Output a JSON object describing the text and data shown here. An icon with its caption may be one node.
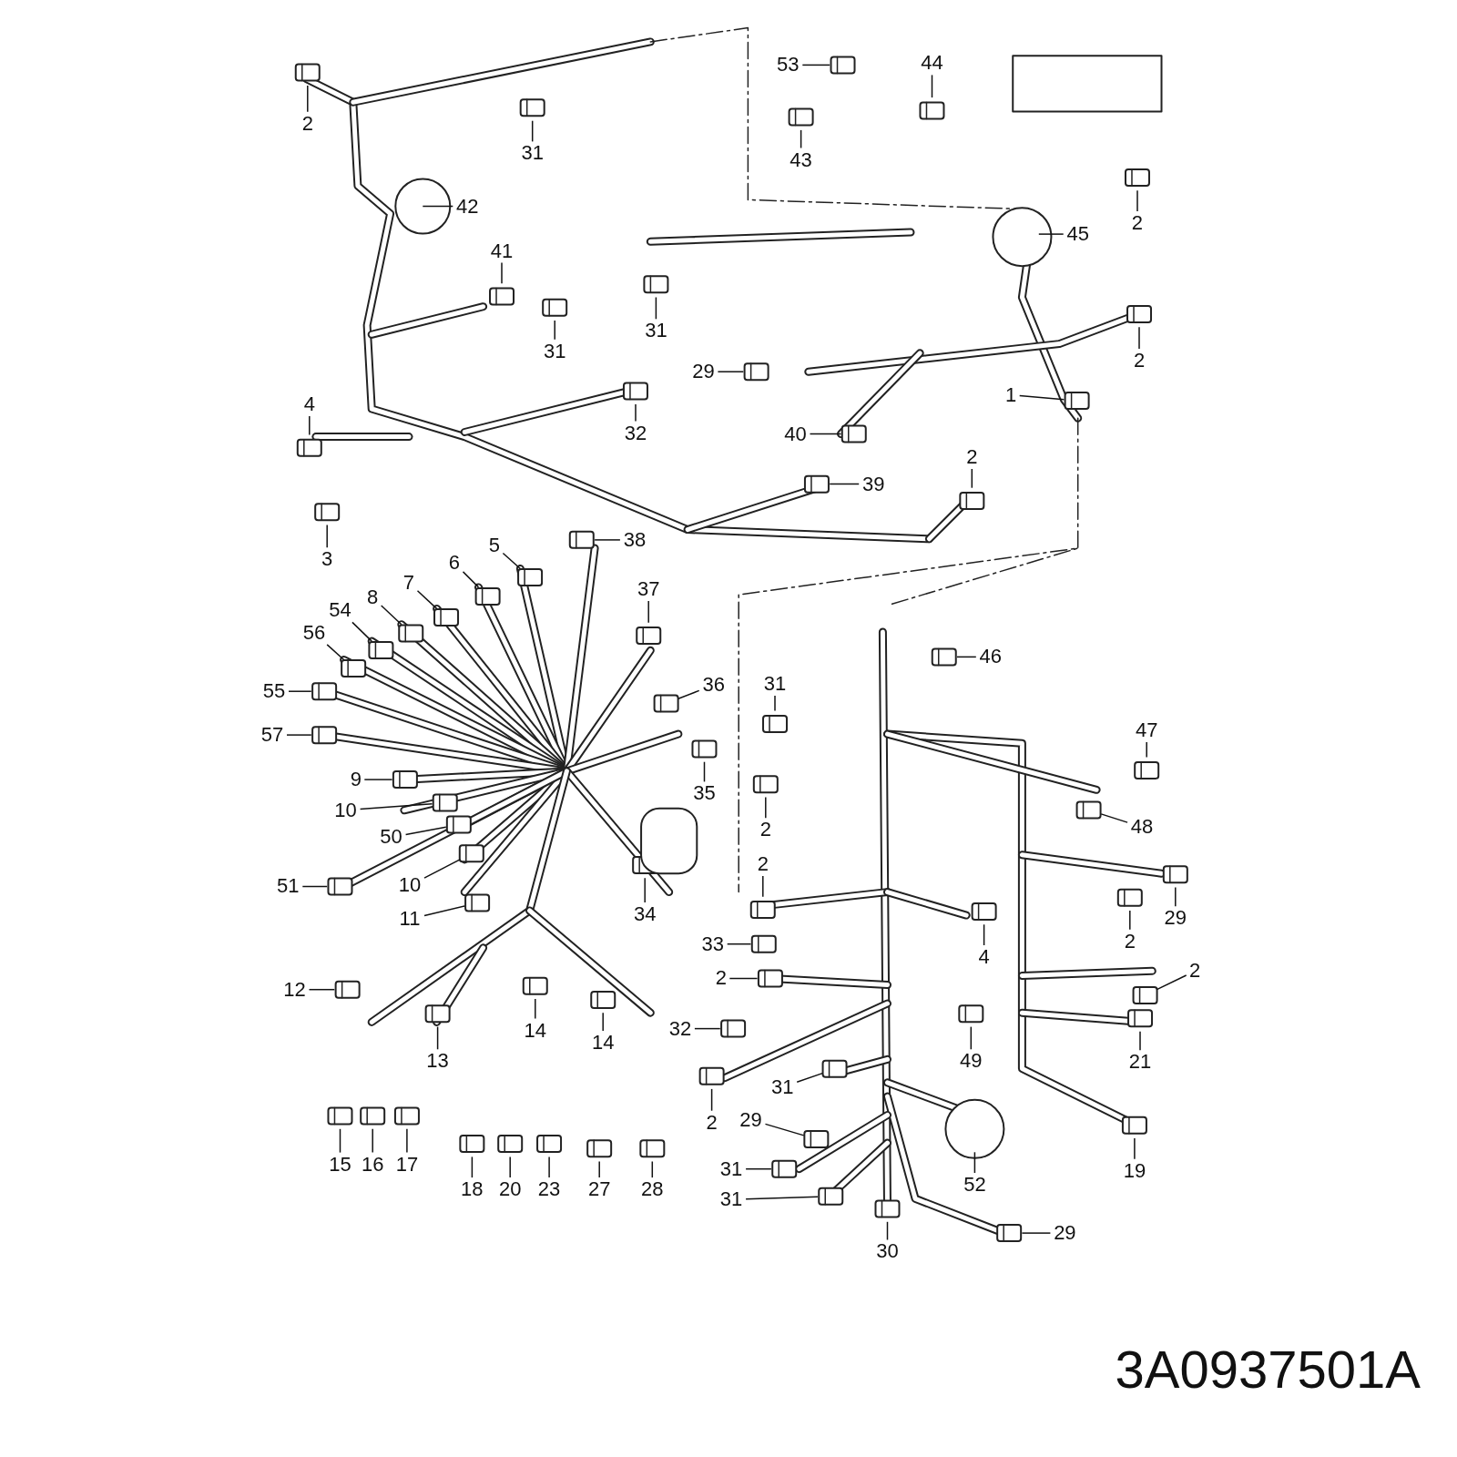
{
  "diagram": {
    "nodes": [
      {
        "text": [
          "53"
        ]
      },
      {
        "text": [
          "44"
        ]
      },
      {
        "text": [
          "2"
        ]
      },
      {
        "text": [
          "31"
        ]
      },
      {
        "text": [
          "43"
        ]
      },
      {
        "text": [
          "42"
        ]
      },
      {
        "text": [
          "45"
        ]
      },
      {
        "text": [
          "2"
        ]
      },
      {
        "text": [
          "41"
        ]
      },
      {
        "text": [
          "31"
        ]
      },
      {
        "text": [
          "31"
        ]
      },
      {
        "text": [
          "2"
        ]
      },
      {
        "text": [
          "29"
        ]
      },
      {
        "text": [
          "1"
        ]
      },
      {
        "text": [
          "4"
        ]
      },
      {
        "text": [
          "32"
        ]
      },
      {
        "text": [
          "40"
        ]
      },
      {
        "text": [
          "2"
        ]
      },
      {
        "text": [
          "39"
        ]
      },
      {
        "text": [
          "38"
        ]
      },
      {
        "text": [
          "3"
        ]
      },
      {
        "text": [
          "5"
        ]
      },
      {
        "text": [
          "6"
        ]
      },
      {
        "text": [
          "37"
        ]
      },
      {
        "text": [
          "7"
        ]
      },
      {
        "text": [
          "54"
        ]
      },
      {
        "text": [
          "8"
        ]
      },
      {
        "text": [
          "56"
        ]
      },
      {
        "text": [
          "46"
        ]
      },
      {
        "text": [
          "31"
        ]
      },
      {
        "text": [
          "36"
        ]
      },
      {
        "text": [
          "55"
        ]
      },
      {
        "text": [
          "47"
        ]
      },
      {
        "text": [
          "57"
        ]
      },
      {
        "text": [
          "9"
        ]
      },
      {
        "text": [
          "35"
        ]
      },
      {
        "text": [
          "10"
        ]
      },
      {
        "text": [
          "2"
        ]
      },
      {
        "text": [
          "48"
        ]
      },
      {
        "text": [
          "50"
        ]
      },
      {
        "text": [
          "2"
        ]
      },
      {
        "text": [
          "51"
        ]
      },
      {
        "text": [
          "10"
        ]
      },
      {
        "text": [
          "29"
        ]
      },
      {
        "text": [
          "11"
        ]
      },
      {
        "text": [
          "34"
        ]
      },
      {
        "text": [
          "33"
        ]
      },
      {
        "text": [
          "2"
        ]
      },
      {
        "text": [
          "4"
        ]
      },
      {
        "text": [
          "2"
        ]
      },
      {
        "text": [
          "12"
        ]
      },
      {
        "text": [
          "2"
        ]
      },
      {
        "text": [
          "14"
        ]
      },
      {
        "text": [
          "14"
        ]
      },
      {
        "text": [
          "32"
        ]
      },
      {
        "text": [
          "49"
        ]
      },
      {
        "text": [
          "21"
        ]
      },
      {
        "text": [
          "13"
        ]
      },
      {
        "text": [
          "31"
        ]
      },
      {
        "text": [
          "29"
        ]
      },
      {
        "text": [
          "2"
        ]
      },
      {
        "text": [
          "52"
        ]
      },
      {
        "text": [
          "19"
        ]
      },
      {
        "text": [
          "15"
        ]
      },
      {
        "text": [
          "16"
        ]
      },
      {
        "text": [
          "17"
        ]
      },
      {
        "text": [
          "18"
        ]
      },
      {
        "text": [
          "20"
        ]
      },
      {
        "text": [
          "23"
        ]
      },
      {
        "text": [
          "27"
        ]
      },
      {
        "text": [
          "28"
        ]
      },
      {
        "text": [
          "31"
        ]
      },
      {
        "text": [
          "31"
        ]
      },
      {
        "text": [
          "29"
        ]
      },
      {
        "text": [
          "30"
        ]
      }
    ],
    "edges": [
      {
        "from": 0,
        "to": null,
        "arrow": "none"
      },
      {
        "from": 1,
        "to": null,
        "arrow": "none"
      },
      {
        "from": 2,
        "to": null,
        "arrow": "none"
      },
      {
        "from": 3,
        "to": null,
        "arrow": "none"
      },
      {
        "from": 4,
        "to": null,
        "arrow": "none"
      },
      {
        "from": 5,
        "to": null,
        "arrow": "none"
      },
      {
        "from": 6,
        "to": null,
        "arrow": "none"
      },
      {
        "from": 7,
        "to": null,
        "arrow": "none"
      },
      {
        "from": 8,
        "to": null,
        "arrow": "none"
      },
      {
        "from": 9,
        "to": null,
        "arrow": "none"
      },
      {
        "from": 10,
        "to": null,
        "arrow": "none"
      },
      {
        "from": 11,
        "to": null,
        "arrow": "none"
      },
      {
        "from": 12,
        "to": null,
        "arrow": "none"
      },
      {
        "from": 13,
        "to": null,
        "arrow": "none"
      },
      {
        "from": 14,
        "to": null,
        "arrow": "none"
      },
      {
        "from": 15,
        "to": null,
        "arrow": "none"
      },
      {
        "from": 16,
        "to": null,
        "arrow": "none"
      },
      {
        "from": 17,
        "to": null,
        "arrow": "none"
      },
      {
        "from": 18,
        "to": null,
        "arrow": "none"
      },
      {
        "from": 19,
        "to": null,
        "arrow": "none"
      },
      {
        "from": 20,
        "to": null,
        "arrow": "none"
      },
      {
        "from": 21,
        "to": null,
        "arrow": "none"
      },
      {
        "from": 22,
        "to": null,
        "arrow": "none"
      },
      {
        "from": 23,
        "to": null,
        "arrow": "none"
      },
      {
        "from": 24,
        "to": null,
        "arrow": "none"
      },
      {
        "from": 25,
        "to": null,
        "arrow": "none"
      },
      {
        "from": 26,
        "to": null,
        "arrow": "none"
      },
      {
        "from": 27,
        "to": null,
        "arrow": "none"
      },
      {
        "from": 28,
        "to": null,
        "arrow": "none"
      },
      {
        "from": 29,
        "to": null,
        "arrow": "none"
      },
      {
        "from": 30,
        "to": null,
        "arrow": "none"
      },
      {
        "from": 31,
        "to": null,
        "arrow": "none"
      },
      {
        "from": 32,
        "to": null,
        "arrow": "none"
      },
      {
        "from": 33,
        "to": null,
        "arrow": "none"
      },
      {
        "from": 34,
        "to": null,
        "arrow": "none"
      },
      {
        "from": 35,
        "to": null,
        "arrow": "none"
      },
      {
        "from": 36,
        "to": null,
        "arrow": "none"
      },
      {
        "from": 37,
        "to": null,
        "arrow": "none"
      },
      {
        "from": 38,
        "to": null,
        "arrow": "none"
      },
      {
        "from": 39,
        "to": null,
        "arrow": "none"
      },
      {
        "from": 40,
        "to": null,
        "arrow": "none"
      },
      {
        "from": 41,
        "to": null,
        "arrow": "none"
      },
      {
        "from": 42,
        "to": null,
        "arrow": "none"
      },
      {
        "from": 43,
        "to": null,
        "arrow": "none"
      },
      {
        "from": 44,
        "to": null,
        "arrow": "none"
      },
      {
        "from": 45,
        "to": null,
        "arrow": "none"
      },
      {
        "from": 46,
        "to": null,
        "arrow": "none"
      },
      {
        "from": 47,
        "to": null,
        "arrow": "none"
      },
      {
        "from": 48,
        "to": null,
        "arrow": "none"
      },
      {
        "from": 49,
        "to": null,
        "arrow": "none"
      },
      {
        "from": 50,
        "to": null,
        "arrow": "none"
      },
      {
        "from": 51,
        "to": null,
        "arrow": "none"
      },
      {
        "from": 52,
        "to": null,
        "arrow": "none"
      },
      {
        "from": 53,
        "to": null,
        "arrow": "none"
      },
      {
        "from": 54,
        "to": null,
        "arrow": "none"
      },
      {
        "from": 55,
        "to": null,
        "arrow": "none"
      },
      {
        "from": 56,
        "to": null,
        "arrow": "none"
      },
      {
        "from": 57,
        "to": null,
        "arrow": "none"
      },
      {
        "from": 58,
        "to": null,
        "arrow": "none"
      },
      {
        "from": 59,
        "to": null,
        "arrow": "none"
      },
      {
        "from": 60,
        "to": null,
        "arrow": "none"
      },
      {
        "from": 61,
        "to": null,
        "arrow": "none"
      },
      {
        "from": 62,
        "to": null,
        "arrow": "none"
      },
      {
        "from": 63,
        "to": null,
        "arrow": "none"
      },
      {
        "from": 64,
        "to": null,
        "arrow": "none"
      },
      {
        "from": 65,
        "to": null,
        "arrow": "none"
      },
      {
        "from": 66,
        "to": null,
        "arrow": "none"
      },
      {
        "from": 67,
        "to": null,
        "arrow": "none"
      },
      {
        "from": 68,
        "to": null,
        "arrow": "none"
      },
      {
        "from": 69,
        "to": null,
        "arrow": "none"
      },
      {
        "from": 70,
        "to": null,
        "arrow": "none"
      },
      {
        "from": 71,
        "to": null,
        "arrow": "none"
      },
      {
        "from": 72,
        "to": null,
        "arrow": "none"
      },
      {
        "from": 73,
        "to": null,
        "arrow": "none"
      },
      {
        "from": 74,
        "to": null,
        "arrow": "none"
      }
    ],
    "labels": [
      "3A0937501A"
    ]
  }
}
